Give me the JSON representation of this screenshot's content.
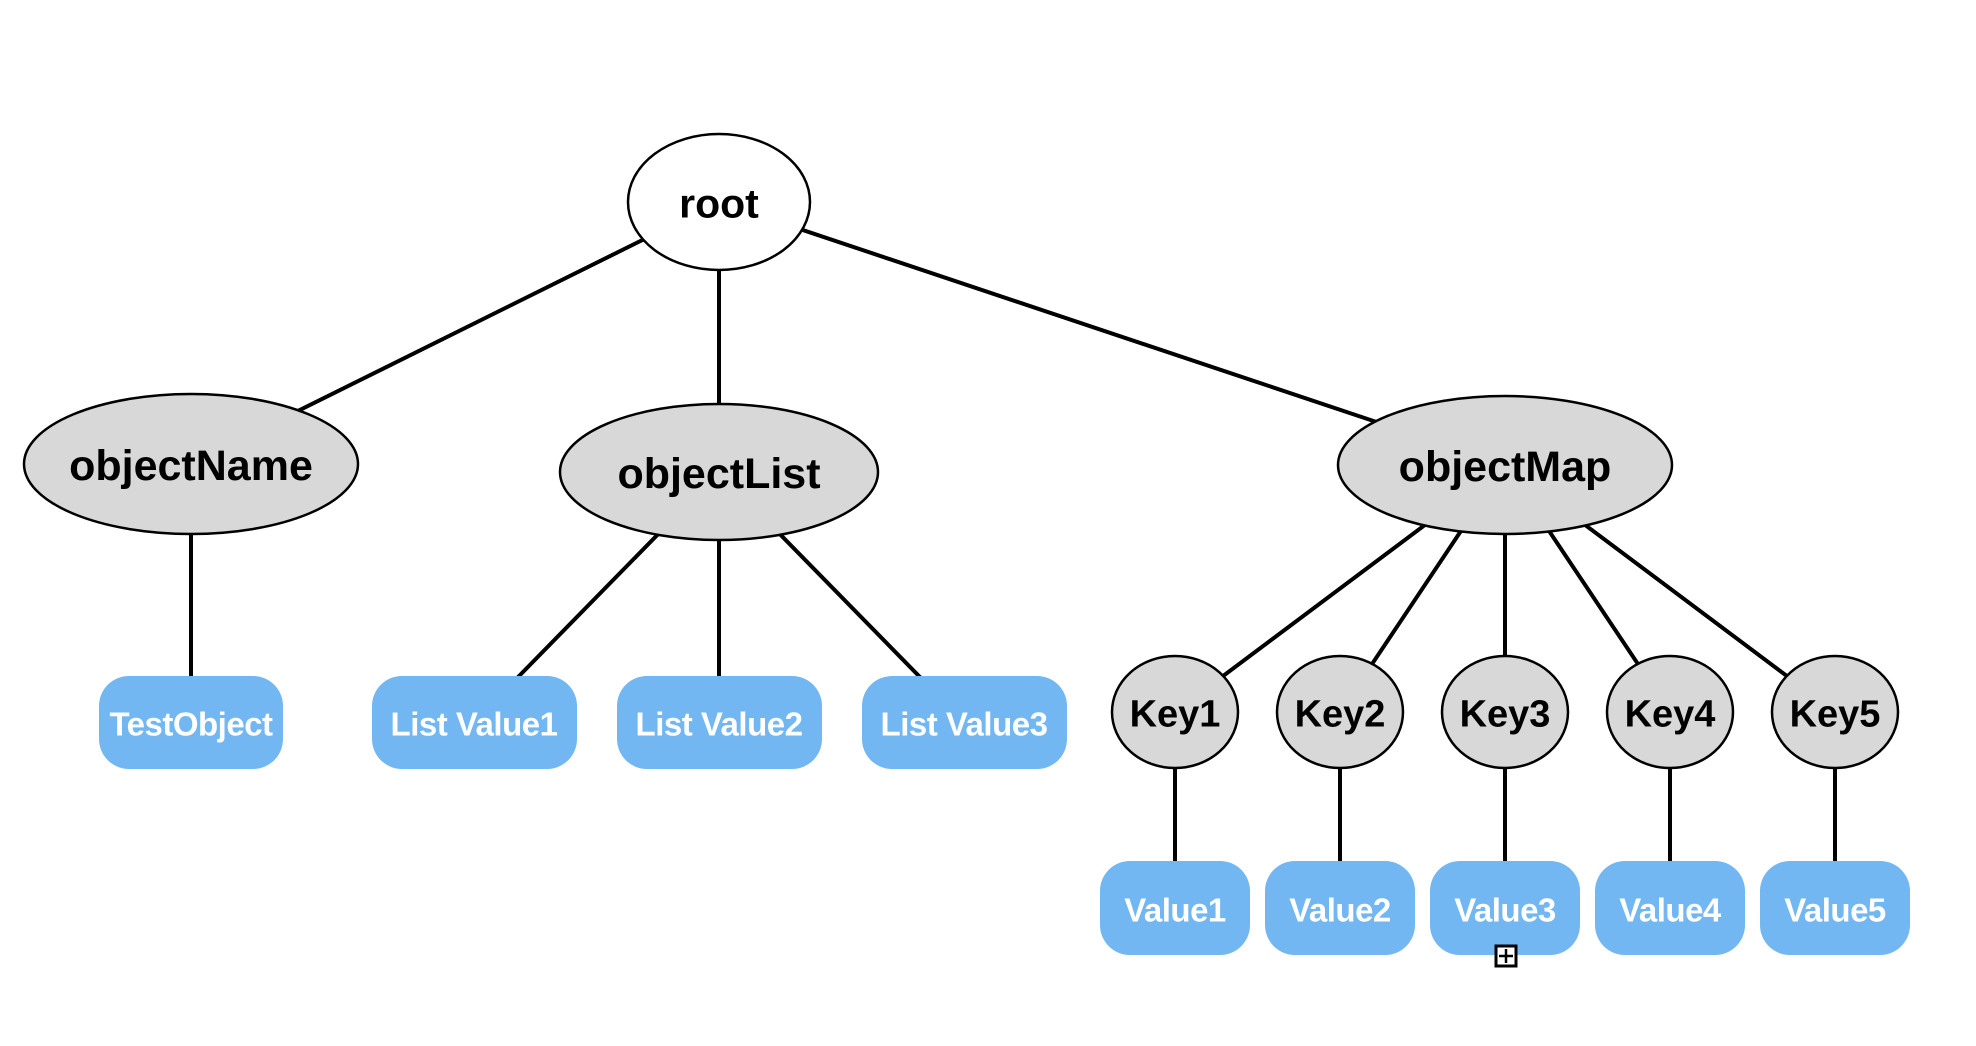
{
  "diagram": {
    "description": "Object tree diagram",
    "root": {
      "label": "root"
    },
    "object_name": {
      "label": "objectName",
      "child": {
        "label": "TestObject"
      }
    },
    "object_list": {
      "label": "objectList",
      "children": [
        {
          "label": "List Value1"
        },
        {
          "label": "List Value2"
        },
        {
          "label": "List Value3"
        }
      ]
    },
    "object_map": {
      "label": "objectMap",
      "entries": [
        {
          "key": "Key1",
          "value": "Value1"
        },
        {
          "key": "Key2",
          "value": "Value2"
        },
        {
          "key": "Key3",
          "value": "Value3"
        },
        {
          "key": "Key4",
          "value": "Value4"
        },
        {
          "key": "Key5",
          "value": "Value5"
        }
      ]
    },
    "colors": {
      "branch_fill": "#d8d8d8",
      "leaf_fill": "#72b7f1",
      "root_fill": "#ffffff",
      "edge": "#000000",
      "leaf_text": "#ffffff",
      "node_text": "#000000"
    },
    "cursor": {
      "icon": "plus-crosshair-cursor"
    }
  }
}
